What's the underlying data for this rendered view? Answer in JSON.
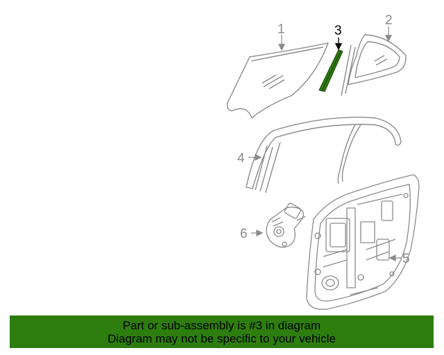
{
  "callouts": {
    "c1": "1",
    "c2": "2",
    "c3": "3",
    "c4": "4",
    "c5": "5",
    "c6": "6"
  },
  "highlighted_part": "3",
  "colors": {
    "line": "#8a8a8a",
    "highlight_fill": "#2e7d0f",
    "highlight_label": "#000000",
    "banner_bg": "#2e7d0f",
    "banner_text": "#000000"
  },
  "banner": {
    "line1": "Part or sub-assembly is #3 in diagram",
    "line2": "Diagram may not be specific to your vehicle"
  }
}
